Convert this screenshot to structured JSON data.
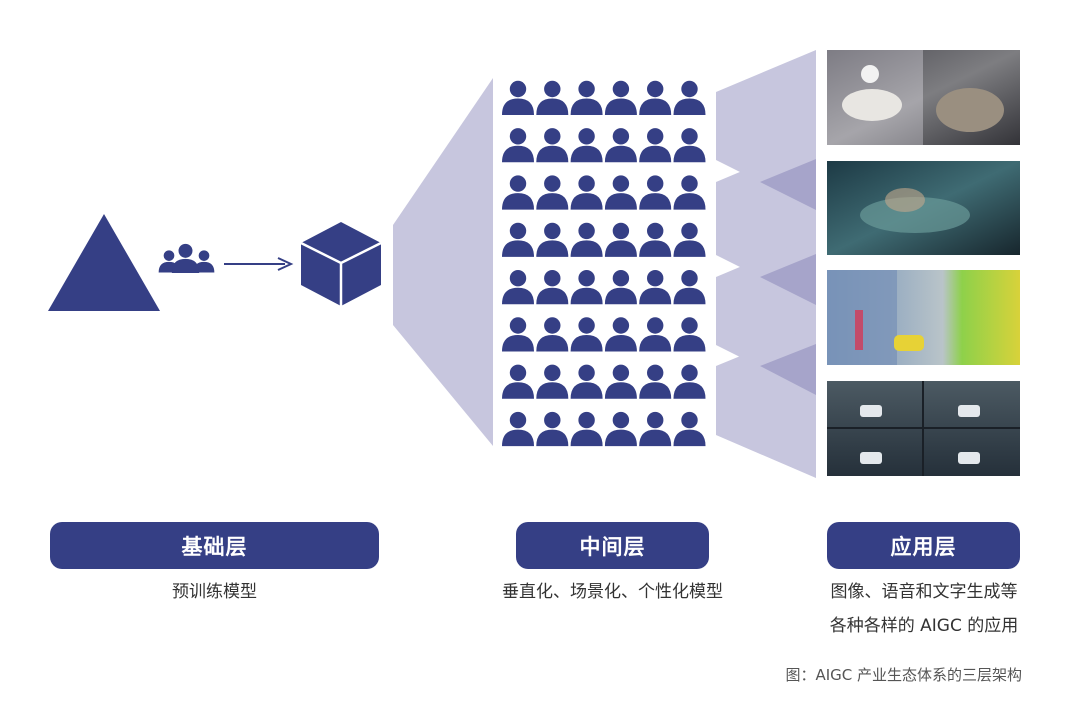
{
  "colors": {
    "primary": "#353f85",
    "fan": "#c7c6de",
    "overlap": "#a6a4ca"
  },
  "layers": {
    "base": {
      "title": "基础层",
      "desc": "预训练模型"
    },
    "middle": {
      "title": "中间层",
      "desc": "垂直化、场景化、个性化模型"
    },
    "application": {
      "title": "应用层",
      "desc_line1": "图像、语音和文字生成等",
      "desc_line2": "各种各样的 AIGC 的应用"
    }
  },
  "caption": "图：AIGC 产业生态体系的三层架构",
  "icons": [
    "triangle-icon",
    "people-group-icon",
    "arrow-icon",
    "cube-icon",
    "person-icon"
  ]
}
